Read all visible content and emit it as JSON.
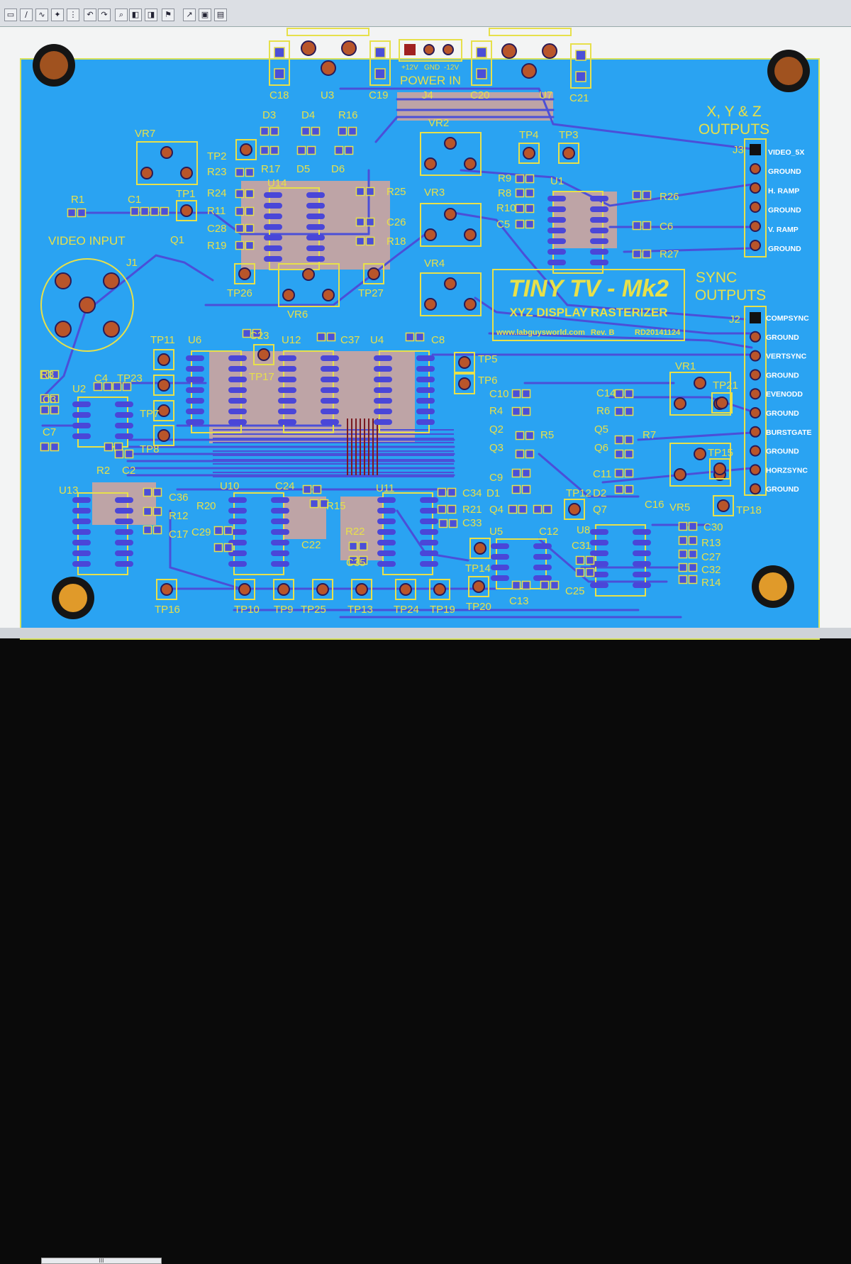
{
  "toolbar": {
    "icons": [
      {
        "name": "select-tool-icon",
        "glyph": "▭"
      },
      {
        "name": "wire-tool-icon",
        "glyph": "∕"
      },
      {
        "name": "route-tool-icon",
        "glyph": "∿"
      },
      {
        "name": "via-tool-icon",
        "glyph": "✦"
      },
      {
        "name": "grid-tool-icon",
        "glyph": "⋮"
      },
      {
        "name": "undo-icon",
        "glyph": "↶"
      },
      {
        "name": "redo-icon",
        "glyph": "↷"
      },
      {
        "name": "zoom-icon",
        "glyph": "⌕"
      },
      {
        "name": "view-top-icon",
        "glyph": "◧"
      },
      {
        "name": "view-bottom-icon",
        "glyph": "◨"
      },
      {
        "name": "drc-icon",
        "glyph": "⚑"
      },
      {
        "name": "export-icon",
        "glyph": "↗"
      },
      {
        "name": "window-icon",
        "glyph": "▣"
      },
      {
        "name": "print-icon",
        "glyph": "▤"
      }
    ]
  },
  "board": {
    "title": "TINY TV - Mk2",
    "subtitle": "XYZ DISPLAY RASTERIZER",
    "website": "www.labguysworld.com",
    "revision": "Rev. B",
    "date_code": "RD20141124",
    "video_input_label": "VIDEO INPUT",
    "power_in_label": "POWER IN",
    "power_pins": [
      "+12V",
      "GND",
      "-12V"
    ],
    "xyz_outputs_label": "X, Y & Z\nOUTPUTS",
    "sync_outputs_label": "SYNC\nOUTPUTS",
    "j3_label": "J3",
    "j3_pins": [
      "VIDEO_5X",
      "GROUND",
      "H. RAMP",
      "GROUND",
      "V. RAMP",
      "GROUND"
    ],
    "j2_label": "J2",
    "j2_pins": [
      "COMPSYNC",
      "GROUND",
      "VERTSYNC",
      "GROUND",
      "EVENODD",
      "GROUND",
      "BURSTGATE",
      "GROUND",
      "HORZSYNC",
      "GROUND"
    ],
    "refdes": [
      "C18",
      "U3",
      "C19",
      "J4",
      "C20",
      "U7",
      "C21",
      "D3",
      "D4",
      "R16",
      "VR2",
      "TP4",
      "TP3",
      "VR7",
      "TP2",
      "R17",
      "D5",
      "D6",
      "R23",
      "R24",
      "R11",
      "C28",
      "R19",
      "U14",
      "R25",
      "C26",
      "R18",
      "R9",
      "U1",
      "R8",
      "R10",
      "C5",
      "R26",
      "C6",
      "R27",
      "VR3",
      "VR4",
      "R1",
      "C1",
      "TP1",
      "J1",
      "Q1",
      "TP26",
      "TP27",
      "VR6",
      "TP11",
      "U6",
      "C23",
      "U12",
      "C37",
      "U4",
      "C8",
      "TP5",
      "TP6",
      "TP17",
      "R3",
      "C4",
      "TP23",
      "U2",
      "C3",
      "TP7",
      "C7",
      "TP8",
      "R2",
      "C2",
      "C10",
      "R4",
      "Q2",
      "Q3",
      "R5",
      "C9",
      "C14",
      "R6",
      "Q5",
      "Q6",
      "R7",
      "C11",
      "VR1",
      "TP21",
      "TP15",
      "VR5",
      "TP18",
      "U13",
      "C36",
      "R12",
      "C17",
      "U10",
      "C24",
      "R20",
      "C29",
      "R15",
      "C22",
      "U11",
      "R22",
      "C35",
      "C34",
      "D1",
      "R21",
      "C33",
      "Q4",
      "TP12",
      "D2",
      "Q7",
      "C16",
      "U5",
      "C12",
      "TP14",
      "C13",
      "U8",
      "C31",
      "C25",
      "C30",
      "R13",
      "C27",
      "C32",
      "R14",
      "TP16",
      "TP10",
      "TP9",
      "TP25",
      "TP13",
      "TP24",
      "TP19",
      "TP20"
    ]
  },
  "statusbar": {
    "scroll_label": "III"
  },
  "colors": {
    "board": "#2aa3f2",
    "silkscreen": "#e7e04a",
    "trace": "#4b4fd8",
    "pad": "#b9552a",
    "copper_pour": "#f0a48c",
    "hole": "#8a4a12"
  }
}
